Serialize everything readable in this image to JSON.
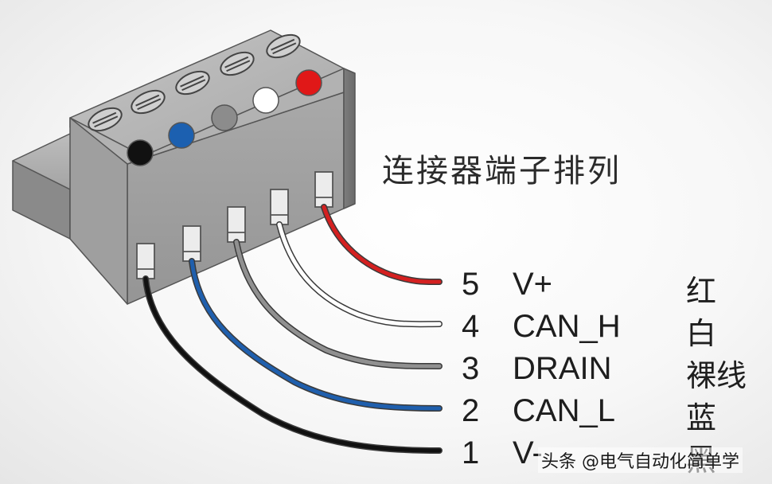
{
  "title": "连接器端子排列",
  "pins": [
    {
      "number": "5",
      "signal": "V+",
      "color_label": "红",
      "wire_color": "#d42020",
      "dot_color": "#e01818"
    },
    {
      "number": "4",
      "signal": "CAN_H",
      "color_label": "白",
      "wire_color": "#ffffff",
      "dot_color": "#ffffff"
    },
    {
      "number": "3",
      "signal": "DRAIN",
      "color_label": "裸线",
      "wire_color": "#909090",
      "dot_color": "#8c8c8c"
    },
    {
      "number": "2",
      "signal": "CAN_L",
      "color_label": "蓝",
      "wire_color": "#1f5fad",
      "dot_color": "#1c60b0"
    },
    {
      "number": "1",
      "signal": "V-",
      "color_label": "黑",
      "wire_color": "#111111",
      "dot_color": "#111111"
    }
  ],
  "watermark": "头条 @电气自动化简单学"
}
